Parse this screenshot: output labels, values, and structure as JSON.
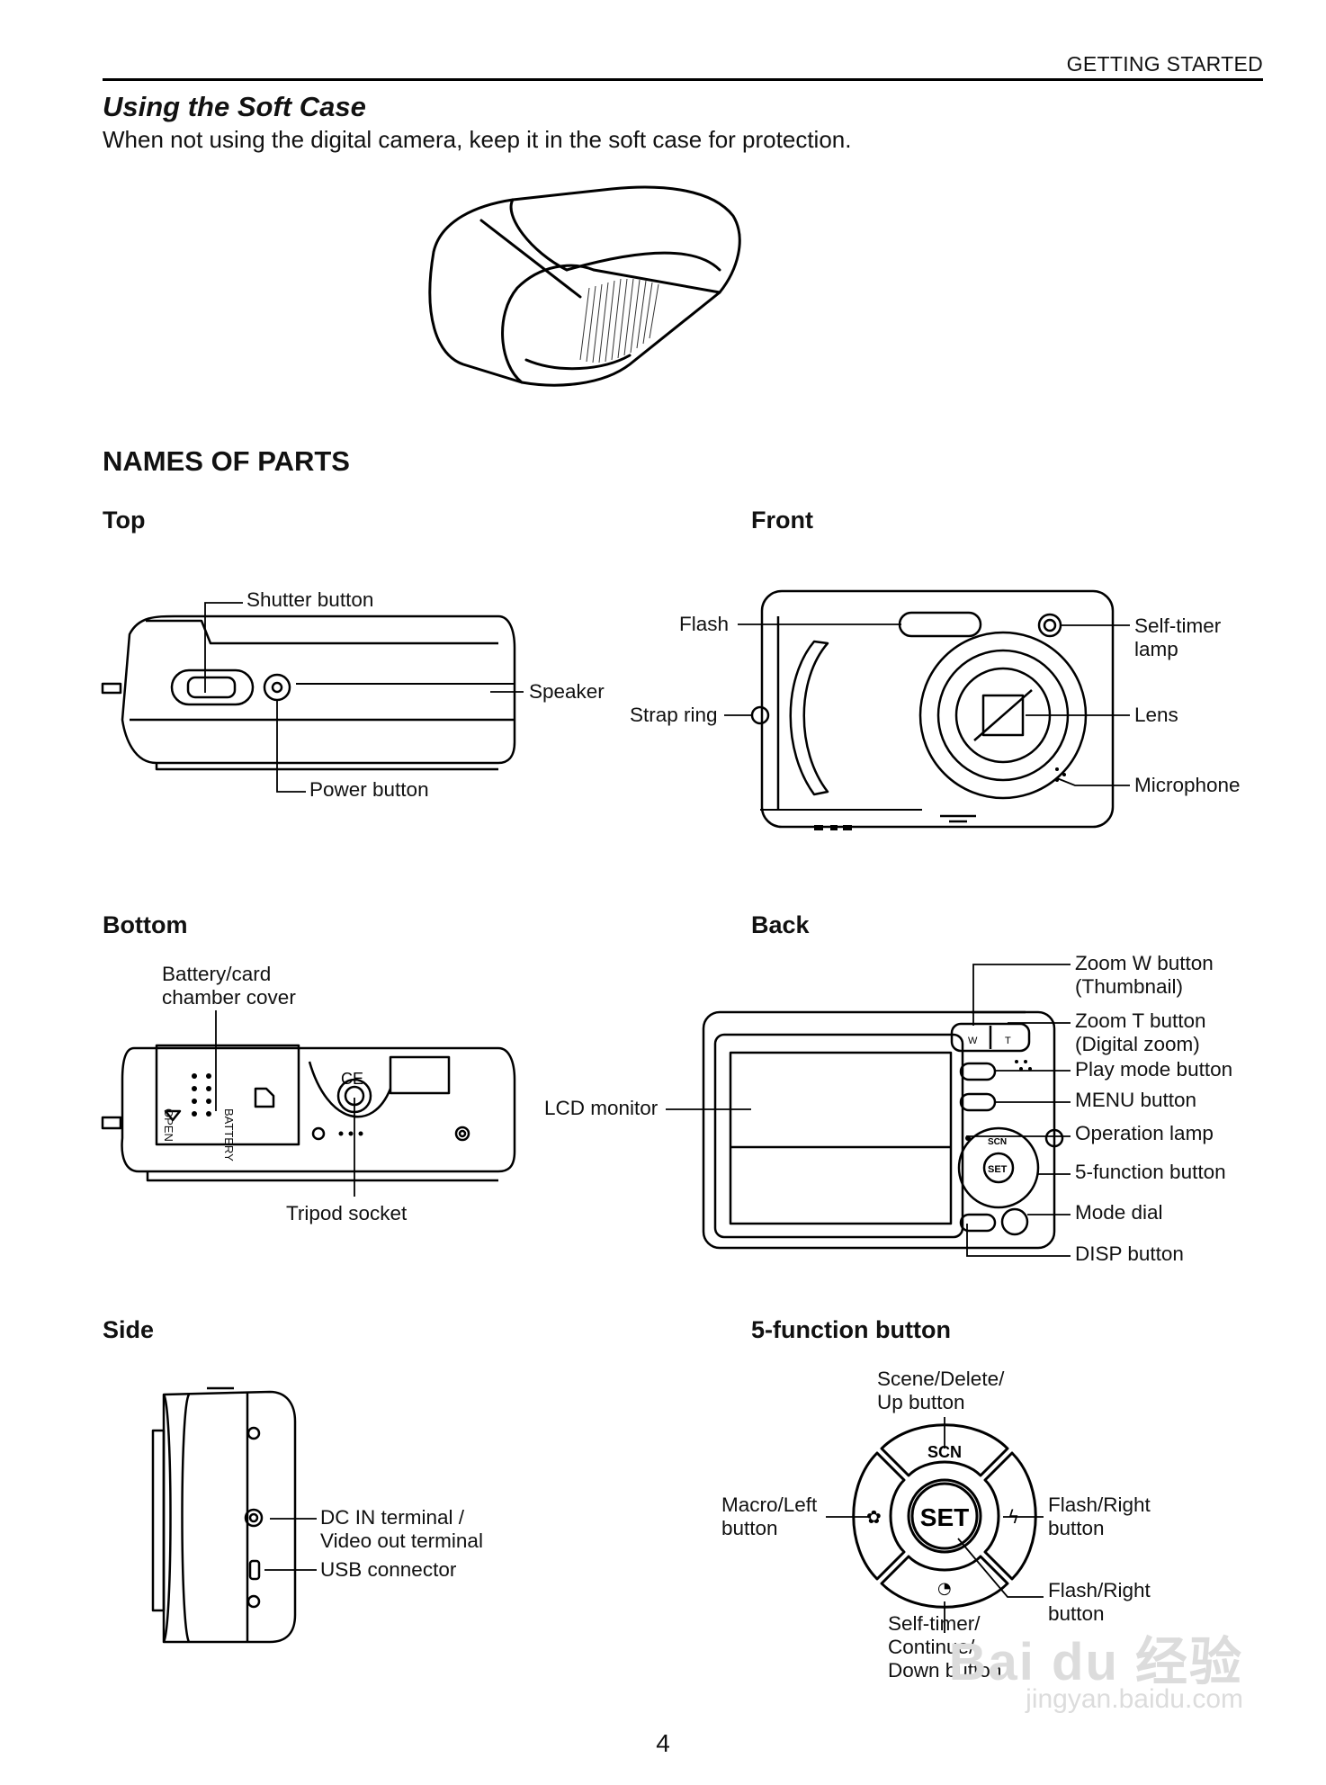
{
  "header": {
    "section": "GETTING STARTED"
  },
  "soft_case": {
    "title": "Using the Soft Case",
    "text": "When not using the digital camera, keep it in the soft case for protection."
  },
  "parts": {
    "heading": "NAMES OF PARTS",
    "top": {
      "title": "Top",
      "labels": {
        "shutter": "Shutter button",
        "speaker": "Speaker",
        "power": "Power button"
      }
    },
    "front": {
      "title": "Front",
      "labels": {
        "flash": "Flash",
        "strap": "Strap ring",
        "selftimer": "Self-timer\nlamp",
        "lens": "Lens",
        "mic": "Microphone"
      }
    },
    "bottom": {
      "title": "Bottom",
      "labels": {
        "battery": "Battery/card\nchamber cover",
        "tripod": "Tripod socket"
      },
      "printed": {
        "open": "OPEN",
        "battery": "BATTERY"
      }
    },
    "back": {
      "title": "Back",
      "labels": {
        "zoomw": "Zoom W button\n(Thumbnail)",
        "zoomt": "Zoom T button\n(Digital zoom)",
        "play": "Play mode button",
        "menu": "MENU button",
        "oplamp": "Operation lamp",
        "fivefn": "5-function button",
        "mode": "Mode dial",
        "disp": "DISP button",
        "lcd": "LCD monitor"
      },
      "printed": {
        "w": "W",
        "t": "T",
        "scn": "SCN",
        "set": "SET"
      }
    },
    "side": {
      "title": "Side",
      "labels": {
        "dcin": "DC IN terminal /\nVideo out terminal",
        "usb": "USB connector"
      }
    },
    "five": {
      "title": "5-function button",
      "labels": {
        "up": "Scene/Delete/\nUp button",
        "left": "Macro/Left\nbutton",
        "right": "Flash/Right\nbutton",
        "right2": "Flash/Right\nbutton",
        "down": "Self-timer/\nContinue/\nDown button"
      },
      "printed": {
        "scn": "SCN",
        "set": "SET"
      }
    }
  },
  "page_number": "4",
  "watermark": {
    "brand": "Bai du 经验",
    "url": "jingyan.baidu.com"
  }
}
